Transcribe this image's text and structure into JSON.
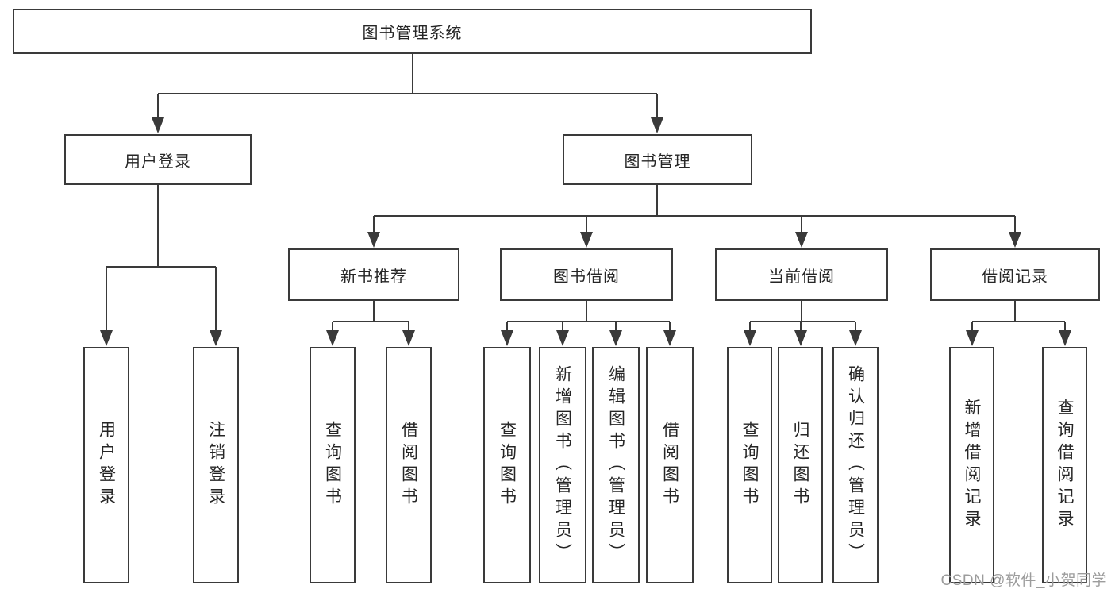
{
  "diagram": {
    "tree": {
      "label": "图书管理系统",
      "children": [
        {
          "label": "用户登录",
          "children": [
            {
              "label": "用户登录"
            },
            {
              "label": "注销登录"
            }
          ]
        },
        {
          "label": "图书管理",
          "children": [
            {
              "label": "新书推荐",
              "children": [
                {
                  "label": "查询图书"
                },
                {
                  "label": "借阅图书"
                }
              ]
            },
            {
              "label": "图书借阅",
              "children": [
                {
                  "label": "查询图书"
                },
                {
                  "label": "新增图书（管理员）"
                },
                {
                  "label": "编辑图书（管理员）"
                },
                {
                  "label": "借阅图书"
                }
              ]
            },
            {
              "label": "当前借阅",
              "children": [
                {
                  "label": "查询图书"
                },
                {
                  "label": "归还图书"
                },
                {
                  "label": "确认归还（管理员）"
                }
              ]
            },
            {
              "label": "借阅记录",
              "children": [
                {
                  "label": "新增借阅记录"
                },
                {
                  "label": "查询借阅记录"
                }
              ]
            }
          ]
        }
      ]
    }
  },
  "watermark": "CSDN @软件_小贺同学",
  "colors": {
    "line": "#3a3a3a",
    "text": "#262626",
    "watermark": "#9c9c9c",
    "background": "#ffffff"
  }
}
